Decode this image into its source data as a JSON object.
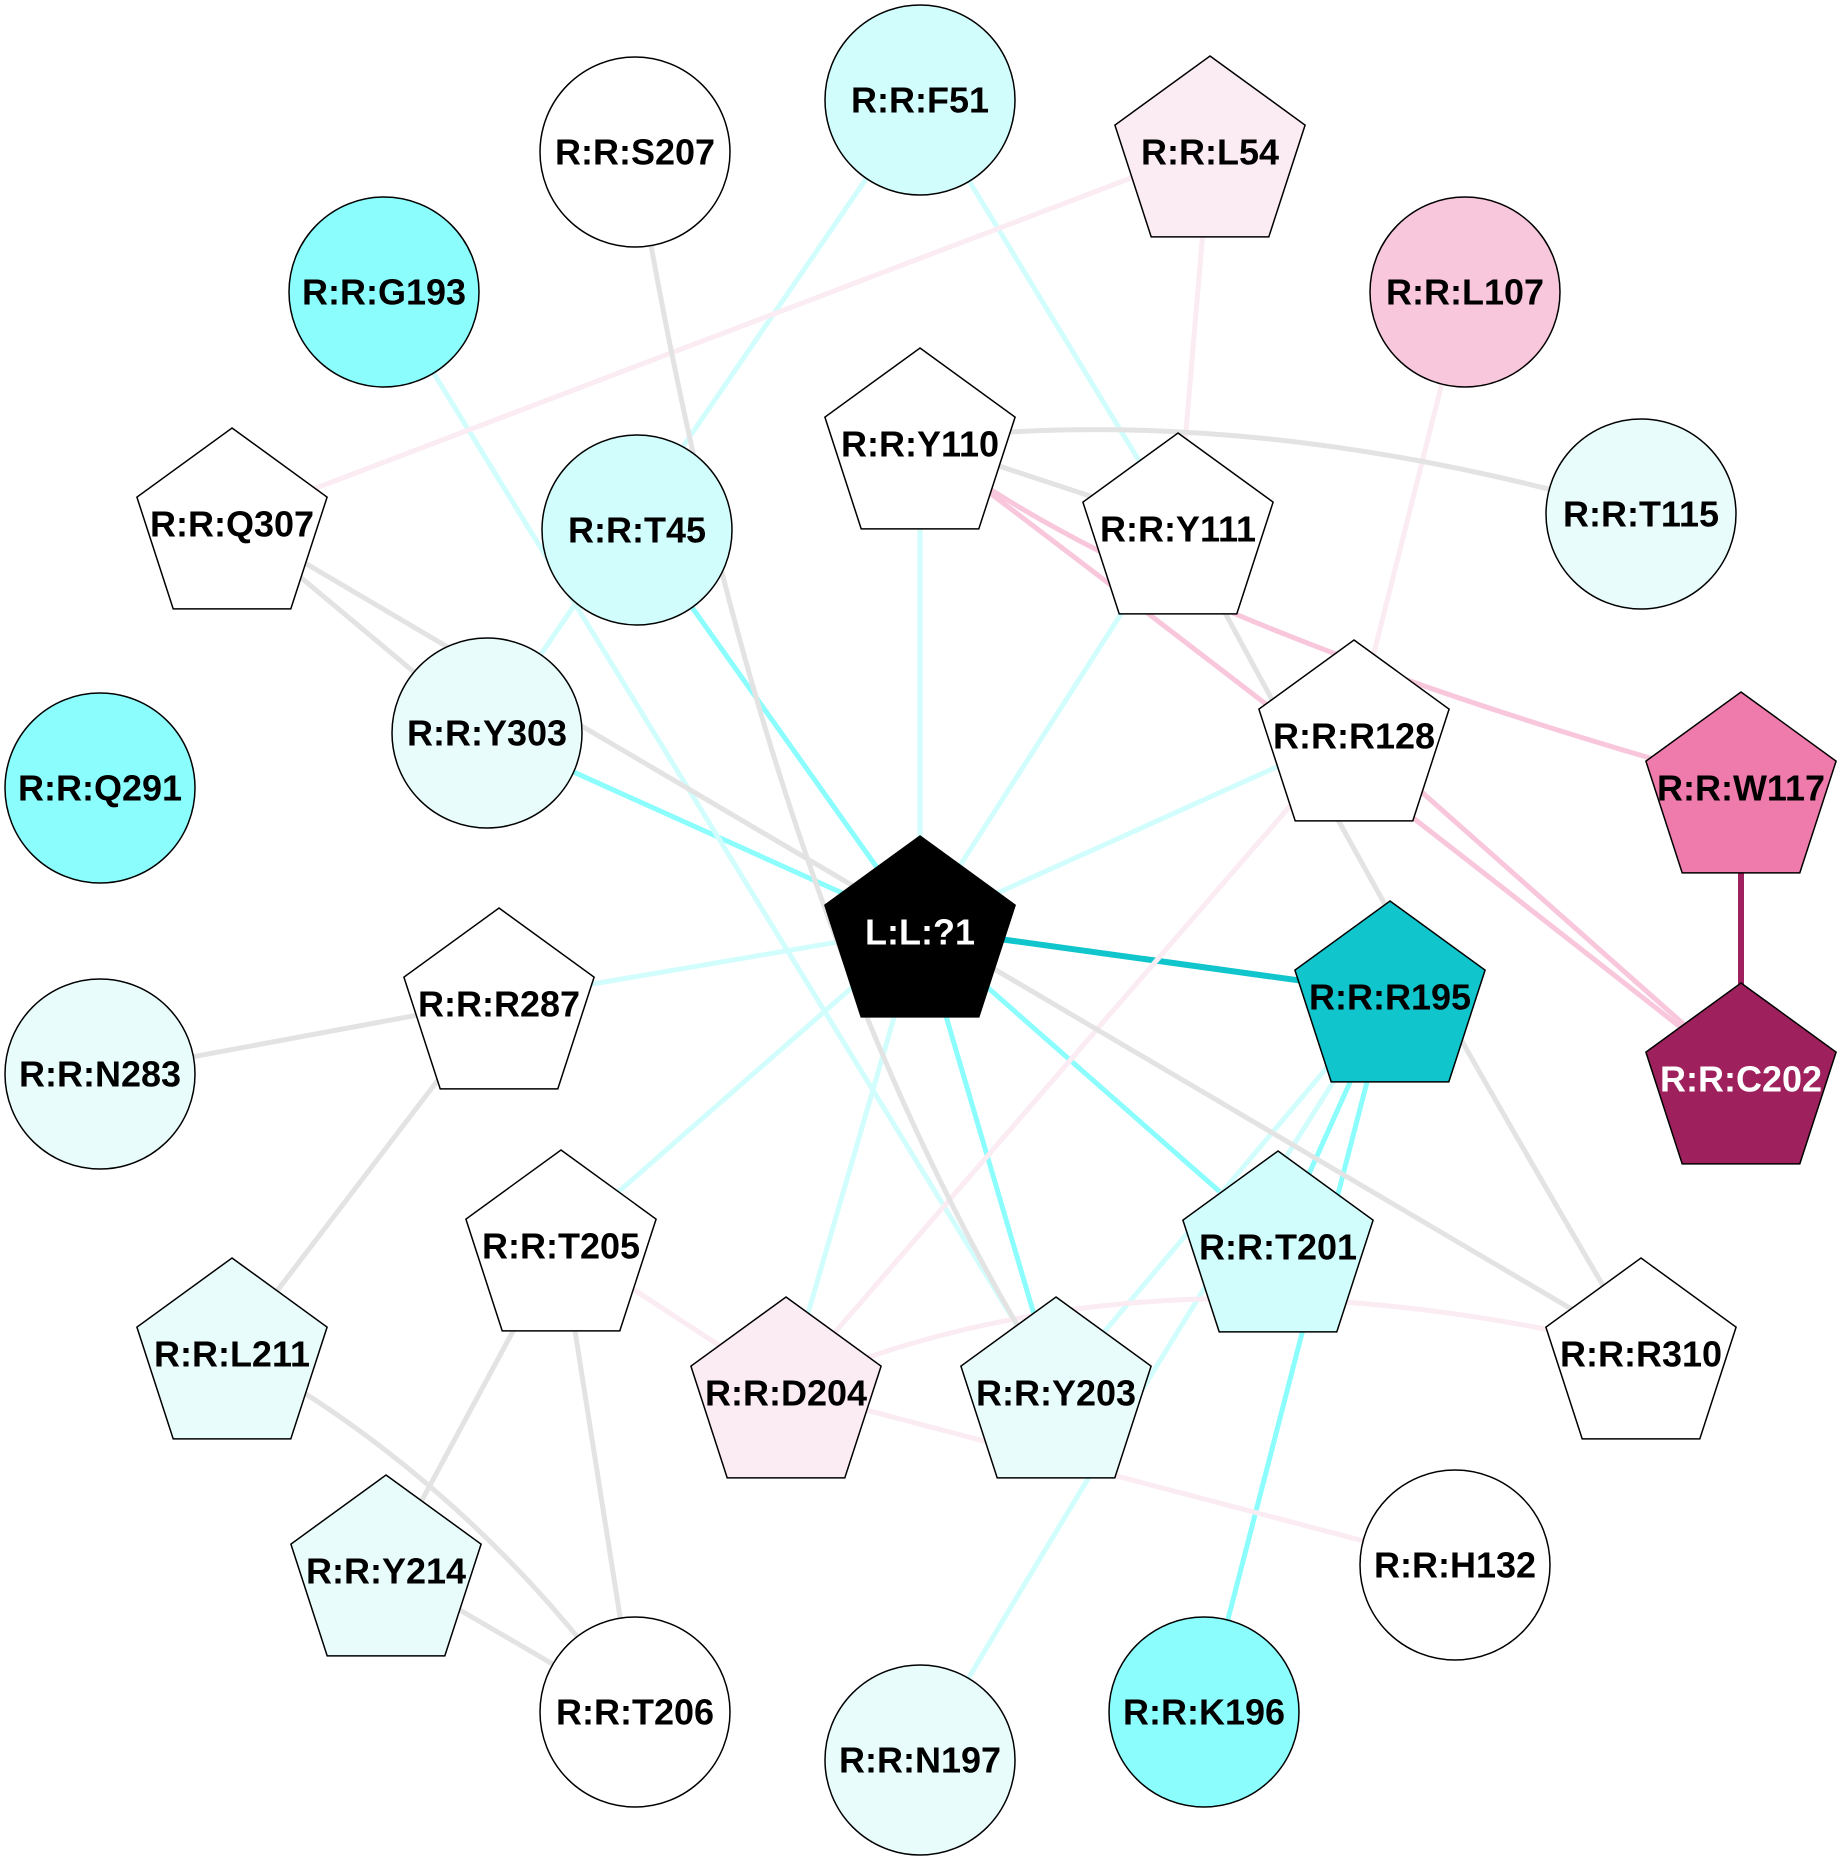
{
  "colors": {
    "stroke": "#000000",
    "white": "#ffffff",
    "black": "#000000",
    "teal": "#11c5cd",
    "cyan": "#8cfdfd",
    "cyan_light": "#d2fdfd",
    "cyan_pale": "#e9fcfc",
    "pink_pale": "#fbebf2",
    "pink_light": "#f9c7dc",
    "pink": "#ef7bac",
    "magenta": "#9e215d",
    "edge_gray": "#e3e3e3",
    "edge_cyan": "#8cfdfd",
    "edge_cyan_light": "#d2fdfd",
    "edge_teal": "#11c5cd",
    "edge_pink_light": "#f9c7dc",
    "edge_pink_pale": "#fbebf2",
    "edge_magenta": "#9e215d"
  },
  "nodes": [
    {
      "id": "L1",
      "label": "L:L:?1",
      "shape": "pentagon",
      "fill": "black",
      "text": "white"
    },
    {
      "id": "F51",
      "label": "R:R:F51",
      "shape": "circle",
      "fill": "cyan_light",
      "text": "black"
    },
    {
      "id": "S207",
      "label": "R:R:S207",
      "shape": "circle",
      "fill": "white",
      "text": "black"
    },
    {
      "id": "L54",
      "label": "R:R:L54",
      "shape": "pentagon",
      "fill": "pink_pale",
      "text": "black"
    },
    {
      "id": "G193",
      "label": "R:R:G193",
      "shape": "circle",
      "fill": "cyan",
      "text": "black"
    },
    {
      "id": "L107",
      "label": "R:R:L107",
      "shape": "circle",
      "fill": "pink_light",
      "text": "black"
    },
    {
      "id": "Y110",
      "label": "R:R:Y110",
      "shape": "pentagon",
      "fill": "white",
      "text": "black"
    },
    {
      "id": "Q307",
      "label": "R:R:Q307",
      "shape": "pentagon",
      "fill": "white",
      "text": "black"
    },
    {
      "id": "T45",
      "label": "R:R:T45",
      "shape": "circle",
      "fill": "cyan_light",
      "text": "black"
    },
    {
      "id": "Y111",
      "label": "R:R:Y111",
      "shape": "pentagon",
      "fill": "white",
      "text": "black"
    },
    {
      "id": "T115",
      "label": "R:R:T115",
      "shape": "circle",
      "fill": "cyan_pale",
      "text": "black"
    },
    {
      "id": "Y303",
      "label": "R:R:Y303",
      "shape": "circle",
      "fill": "cyan_pale",
      "text": "black"
    },
    {
      "id": "R128",
      "label": "R:R:R128",
      "shape": "pentagon",
      "fill": "white",
      "text": "black"
    },
    {
      "id": "Q291",
      "label": "R:R:Q291",
      "shape": "circle",
      "fill": "cyan",
      "text": "black"
    },
    {
      "id": "W117",
      "label": "R:R:W117",
      "shape": "pentagon",
      "fill": "pink",
      "text": "black"
    },
    {
      "id": "R287",
      "label": "R:R:R287",
      "shape": "pentagon",
      "fill": "white",
      "text": "black"
    },
    {
      "id": "R195",
      "label": "R:R:R195",
      "shape": "pentagon",
      "fill": "teal",
      "text": "black"
    },
    {
      "id": "N283",
      "label": "R:R:N283",
      "shape": "circle",
      "fill": "cyan_pale",
      "text": "black"
    },
    {
      "id": "C202",
      "label": "R:R:C202",
      "shape": "pentagon",
      "fill": "magenta",
      "text": "white"
    },
    {
      "id": "T205",
      "label": "R:R:T205",
      "shape": "pentagon",
      "fill": "white",
      "text": "black"
    },
    {
      "id": "T201",
      "label": "R:R:T201",
      "shape": "pentagon",
      "fill": "cyan_light",
      "text": "black"
    },
    {
      "id": "L211",
      "label": "R:R:L211",
      "shape": "pentagon",
      "fill": "cyan_pale",
      "text": "black"
    },
    {
      "id": "D204",
      "label": "R:R:D204",
      "shape": "pentagon",
      "fill": "pink_pale",
      "text": "black"
    },
    {
      "id": "Y203",
      "label": "R:R:Y203",
      "shape": "pentagon",
      "fill": "cyan_pale",
      "text": "black"
    },
    {
      "id": "R310",
      "label": "R:R:R310",
      "shape": "pentagon",
      "fill": "white",
      "text": "black"
    },
    {
      "id": "Y214",
      "label": "R:R:Y214",
      "shape": "pentagon",
      "fill": "cyan_pale",
      "text": "black"
    },
    {
      "id": "H132",
      "label": "R:R:H132",
      "shape": "circle",
      "fill": "white",
      "text": "black"
    },
    {
      "id": "T206",
      "label": "R:R:T206",
      "shape": "circle",
      "fill": "white",
      "text": "black"
    },
    {
      "id": "N197",
      "label": "R:R:N197",
      "shape": "circle",
      "fill": "cyan_pale",
      "text": "black"
    },
    {
      "id": "K196",
      "label": "R:R:K196",
      "shape": "circle",
      "fill": "cyan",
      "text": "black"
    }
  ],
  "edges": [
    {
      "source": "L1",
      "target": "T45",
      "color": "edge_cyan"
    },
    {
      "source": "L1",
      "target": "Y303",
      "color": "edge_cyan"
    },
    {
      "source": "L1",
      "target": "R195",
      "color": "edge_teal"
    },
    {
      "source": "L1",
      "target": "T201",
      "color": "edge_cyan"
    },
    {
      "source": "L1",
      "target": "Y203",
      "color": "edge_cyan"
    },
    {
      "source": "L1",
      "target": "Y110",
      "color": "edge_cyan_light"
    },
    {
      "source": "L1",
      "target": "Y111",
      "color": "edge_cyan_light"
    },
    {
      "source": "L1",
      "target": "R128",
      "color": "edge_cyan_light"
    },
    {
      "source": "L1",
      "target": "R287",
      "color": "edge_cyan_light"
    },
    {
      "source": "L1",
      "target": "T205",
      "color": "edge_cyan_light"
    },
    {
      "source": "L1",
      "target": "D204",
      "color": "edge_cyan_light"
    },
    {
      "source": "G193",
      "target": "Y203",
      "color": "edge_cyan_light"
    },
    {
      "source": "F51",
      "target": "Y303",
      "color": "edge_cyan_light"
    },
    {
      "source": "F51",
      "target": "Y111",
      "color": "edge_cyan_light"
    },
    {
      "source": "F51",
      "target": "T115",
      "color": "edge_cyan_pale"
    },
    {
      "source": "Q291",
      "target": "R287",
      "color": "edge_cyan_pale"
    },
    {
      "source": "T115",
      "target": "Y203",
      "color": "edge_cyan_pale"
    },
    {
      "source": "R195",
      "target": "T201",
      "color": "edge_cyan"
    },
    {
      "source": "R195",
      "target": "K196",
      "color": "edge_cyan"
    },
    {
      "source": "R195",
      "target": "N197",
      "color": "edge_cyan_light"
    },
    {
      "source": "R195",
      "target": "Y203",
      "color": "edge_cyan_light"
    },
    {
      "source": "W117",
      "target": "C202",
      "color": "edge_magenta"
    },
    {
      "source": "Y110",
      "target": "W117",
      "color": "edge_pink_light"
    },
    {
      "source": "Y110",
      "target": "C202",
      "color": "edge_pink_light"
    },
    {
      "source": "R128",
      "target": "C202",
      "color": "edge_pink_light"
    },
    {
      "source": "L107",
      "target": "R128",
      "color": "edge_pink_pale"
    },
    {
      "source": "L54",
      "target": "Q307",
      "color": "edge_pink_pale"
    },
    {
      "source": "L54",
      "target": "Y111",
      "color": "edge_pink_pale"
    },
    {
      "source": "R128",
      "target": "D204",
      "color": "edge_pink_pale"
    },
    {
      "source": "T205",
      "target": "D204",
      "color": "edge_pink_pale"
    },
    {
      "source": "D204",
      "target": "R310",
      "color": "edge_pink_pale"
    },
    {
      "source": "D204",
      "target": "H132",
      "color": "edge_pink_pale"
    },
    {
      "source": "S207",
      "target": "Y203",
      "color": "edge_gray"
    },
    {
      "source": "Y110",
      "target": "Y111",
      "color": "edge_gray"
    },
    {
      "source": "Y110",
      "target": "T115",
      "color": "edge_gray"
    },
    {
      "source": "Q307",
      "target": "Y303",
      "color": "edge_gray"
    },
    {
      "source": "Q307",
      "target": "R310",
      "color": "edge_gray"
    },
    {
      "source": "Y111",
      "target": "R310",
      "color": "edge_gray"
    },
    {
      "source": "R287",
      "target": "N283",
      "color": "edge_gray"
    },
    {
      "source": "R287",
      "target": "L211",
      "color": "edge_gray"
    },
    {
      "source": "L211",
      "target": "T206",
      "color": "edge_gray"
    },
    {
      "source": "T205",
      "target": "Y214",
      "color": "edge_gray"
    },
    {
      "source": "T205",
      "target": "T206",
      "color": "edge_gray"
    },
    {
      "source": "Y214",
      "target": "T206",
      "color": "edge_gray"
    }
  ]
}
